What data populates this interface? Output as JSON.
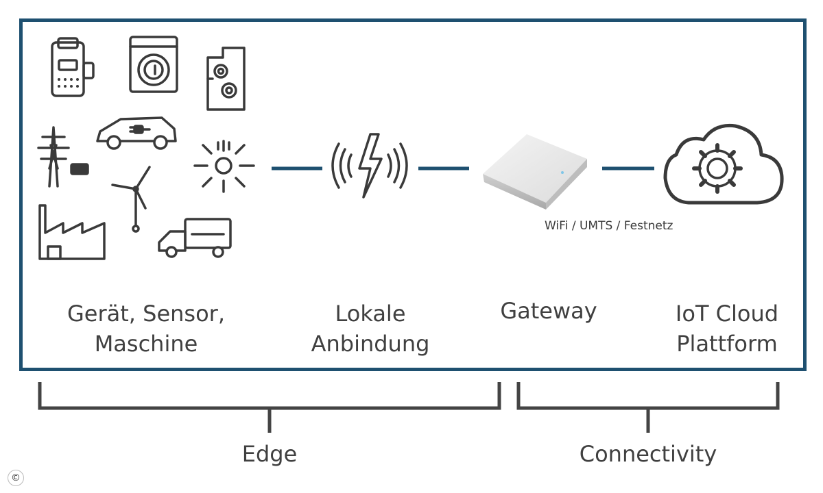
{
  "stages": [
    {
      "id": "device",
      "lines": [
        "Gerät, Sensor,",
        "Maschine"
      ]
    },
    {
      "id": "local",
      "lines": [
        "Lokale",
        "Anbindung"
      ]
    },
    {
      "id": "gateway",
      "lines": [
        "Gateway"
      ]
    },
    {
      "id": "cloud",
      "lines": [
        "IoT Cloud",
        "Plattform"
      ]
    }
  ],
  "gateway_caption": "WiFi / UMTS / Festnetz",
  "brackets": [
    {
      "id": "edge",
      "label": "Edge"
    },
    {
      "id": "connectivity",
      "label": "Connectivity"
    }
  ],
  "copyright_symbol": "©",
  "colors": {
    "frame": "#1e5070",
    "connector": "#1e5070",
    "icon_stroke": "#3a3a3a",
    "bracket": "#444444"
  }
}
